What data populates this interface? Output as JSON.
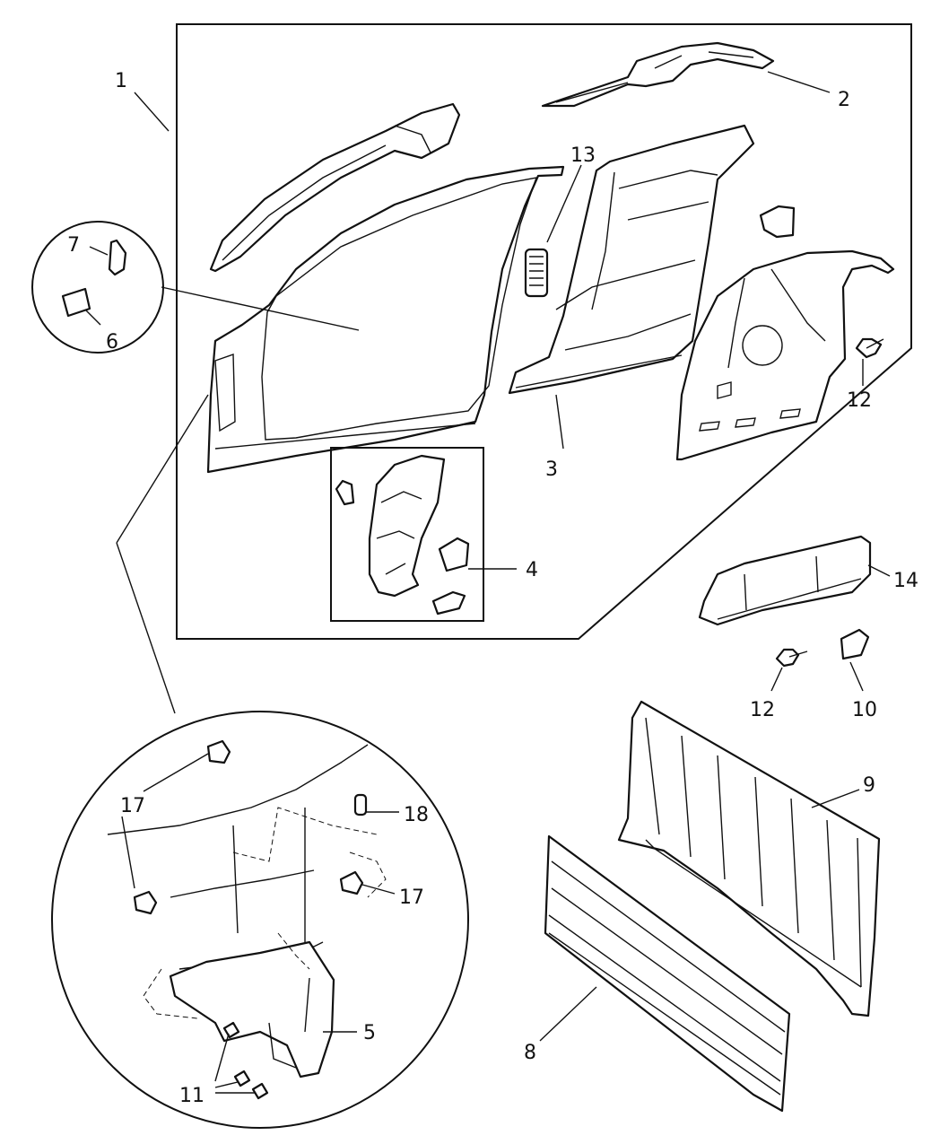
{
  "diagram": {
    "callouts": [
      "1",
      "2",
      "3",
      "4",
      "5",
      "6",
      "7",
      "8",
      "9",
      "10",
      "11",
      "12",
      "12",
      "13",
      "14",
      "17",
      "17",
      "18"
    ]
  }
}
